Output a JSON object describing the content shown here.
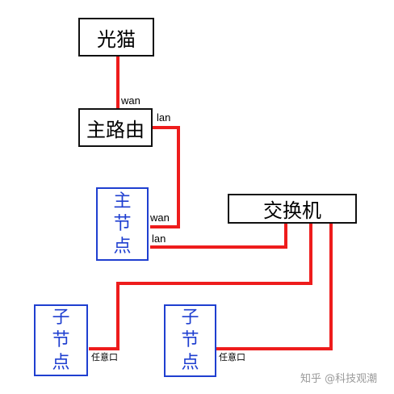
{
  "nodes": {
    "modem": "光猫",
    "main_router": "主路由",
    "switch": "交换机",
    "main_node": [
      "主",
      "节",
      "点"
    ],
    "sub_node_1": [
      "子",
      "节",
      "点"
    ],
    "sub_node_2": [
      "子",
      "节",
      "点"
    ]
  },
  "port_labels": {
    "modem_to_router": "wan",
    "router_lan": "lan",
    "main_node_wan": "wan",
    "main_node_lan": "lan",
    "sub_node_1_port": "任意口",
    "sub_node_2_port": "任意口"
  },
  "watermark": "知乎 @科技观潮",
  "colors": {
    "wire": "#ee1c1c",
    "main_box_border": "#111111",
    "node_box_border": "#1f3fd0"
  }
}
